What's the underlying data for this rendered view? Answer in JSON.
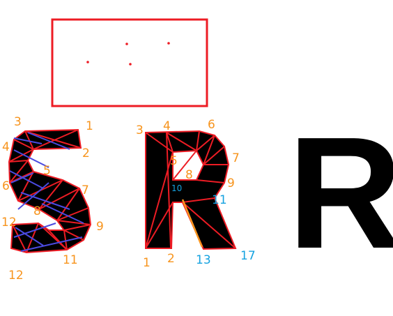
{
  "colors": {
    "red": "#ed1c24",
    "blue": "#4a4ae0",
    "orange": "#f7941d",
    "cyan": "#15a2e0",
    "black": "#000000"
  },
  "big_glyph": {
    "text": "R"
  },
  "labels": {
    "s": [
      "1",
      "2",
      "3",
      "4",
      "5",
      "6",
      "7",
      "8",
      "9",
      "11",
      "12",
      "12"
    ],
    "r": [
      "1",
      "2",
      "3",
      "4",
      "5",
      "6",
      "7",
      "8",
      "9"
    ],
    "r_blue": [
      "10",
      "11",
      "13",
      "17"
    ]
  }
}
